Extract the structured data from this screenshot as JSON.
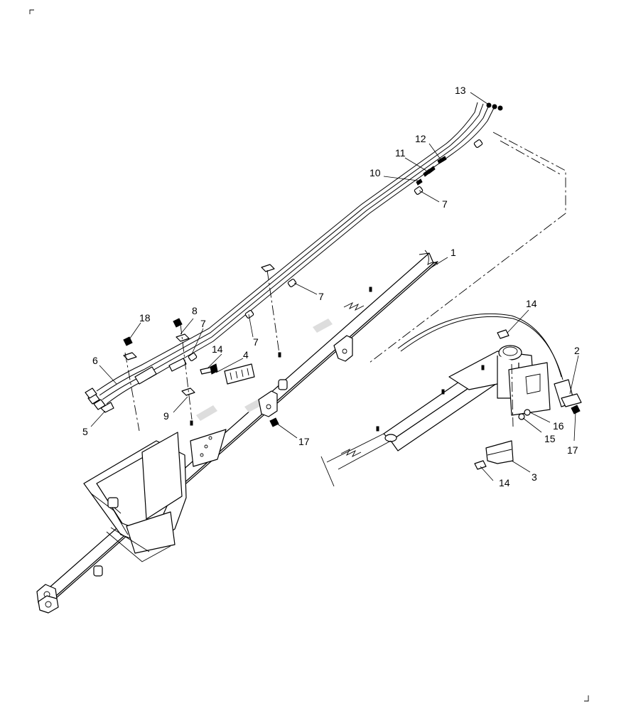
{
  "callouts": [
    {
      "id": "c1",
      "label": "1"
    },
    {
      "id": "c2",
      "label": "2"
    },
    {
      "id": "c3",
      "label": "3"
    },
    {
      "id": "c4",
      "label": "4"
    },
    {
      "id": "c5",
      "label": "5"
    },
    {
      "id": "c6",
      "label": "6"
    },
    {
      "id": "c7a",
      "label": "7"
    },
    {
      "id": "c7b",
      "label": "7"
    },
    {
      "id": "c7c",
      "label": "7"
    },
    {
      "id": "c7d",
      "label": "7"
    },
    {
      "id": "c8",
      "label": "8"
    },
    {
      "id": "c9",
      "label": "9"
    },
    {
      "id": "c10",
      "label": "10"
    },
    {
      "id": "c11",
      "label": "11"
    },
    {
      "id": "c12",
      "label": "12"
    },
    {
      "id": "c13",
      "label": "13"
    },
    {
      "id": "c14a",
      "label": "14"
    },
    {
      "id": "c14b",
      "label": "14"
    },
    {
      "id": "c14c",
      "label": "14"
    },
    {
      "id": "c15",
      "label": "15"
    },
    {
      "id": "c16",
      "label": "16"
    },
    {
      "id": "c17a",
      "label": "17"
    },
    {
      "id": "c17b",
      "label": "17"
    },
    {
      "id": "c18",
      "label": "18"
    }
  ]
}
